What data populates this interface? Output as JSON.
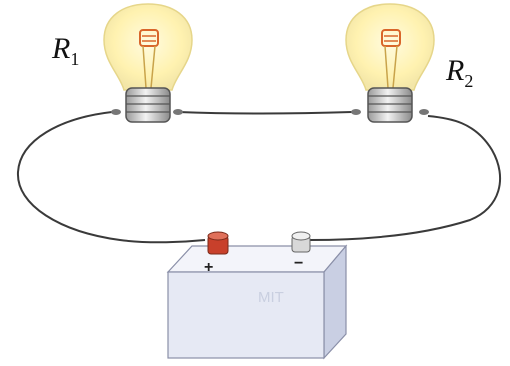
{
  "labels": {
    "r1_main": "R",
    "r1_sub": "1",
    "r2_main": "R",
    "r2_sub": "2"
  },
  "battery": {
    "brand": "MIT",
    "plus": "+",
    "minus": "−"
  },
  "colors": {
    "wire": "#3a3a3a",
    "bulb_glow": "#fff7c8",
    "filament": "#d9662a",
    "battery_front": "#e6e9f4",
    "battery_top": "#f3f4fa",
    "battery_side": "#c9cfe3",
    "positive_terminal": "#c8402b",
    "negative_terminal": "#d8d8d8"
  }
}
